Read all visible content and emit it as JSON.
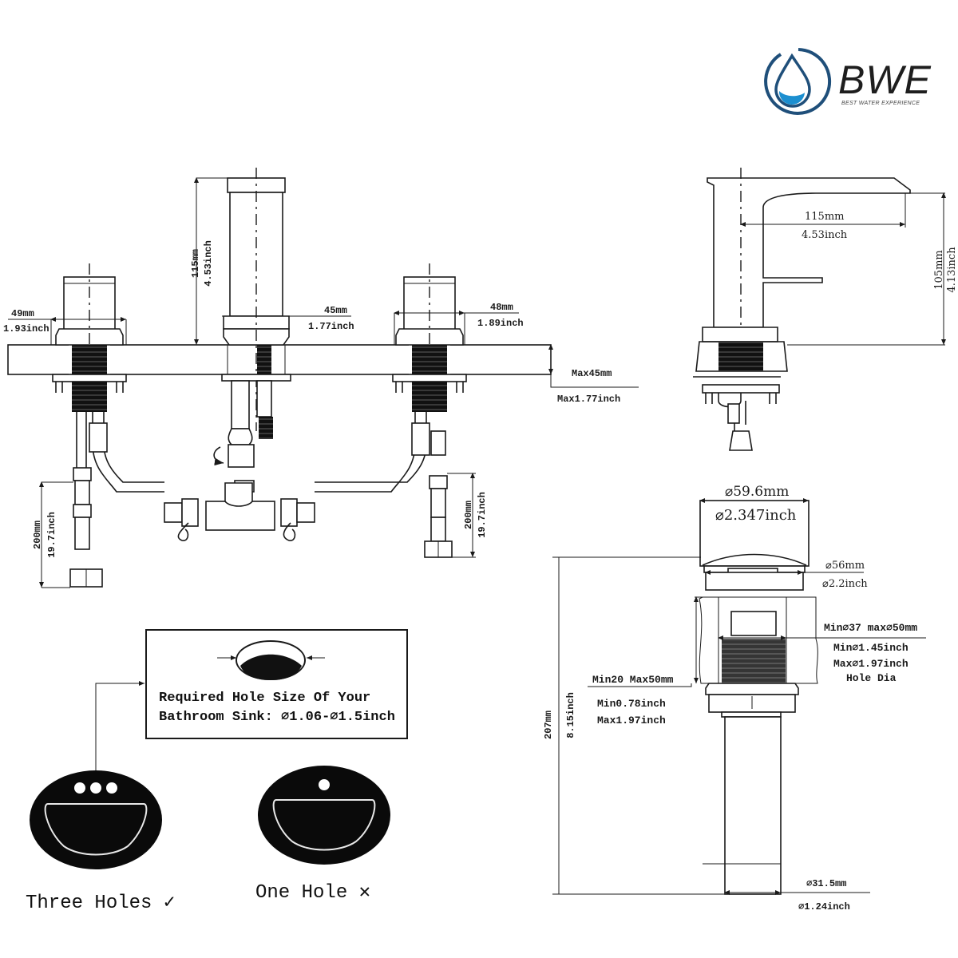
{
  "logo": {
    "brand": "BWE",
    "tagline": "BEST WATER EXPERIENCE",
    "accent_color": "#1c8fd0",
    "ring_color": "#1f4f7a"
  },
  "front_view": {
    "handle_width_left": {
      "mm": "49mm",
      "inch": "1.93inch"
    },
    "spout_height": {
      "mm": "115mm",
      "inch": "4.53inch"
    },
    "spout_base_width": {
      "mm": "45mm",
      "inch": "1.77inch"
    },
    "handle_width_right": {
      "mm": "48mm",
      "inch": "1.89inch"
    },
    "deck_thickness": {
      "mm": "Max45mm",
      "inch": "Max1.77inch"
    },
    "hose_length_left": {
      "mm": "200mm",
      "inch": "19.7inch"
    },
    "hose_length_right": {
      "mm": "200mm",
      "inch": "19.7inch"
    }
  },
  "side_view": {
    "spout_reach": {
      "mm": "115mm",
      "inch": "4.53inch"
    },
    "spout_height": {
      "mm": "105mm",
      "inch": "4.13inch"
    }
  },
  "drain": {
    "cap_diameter": {
      "mm": "⌀59.6mm",
      "inch": "⌀2.347inch"
    },
    "flange_diameter": {
      "mm": "⌀56mm",
      "inch": "⌀2.2inch"
    },
    "hole_diameter": {
      "mm": "Min⌀37 max⌀50mm",
      "inch_min": "Min⌀1.45inch",
      "inch_max": "Max⌀1.97inch",
      "label": "Hole Dia"
    },
    "counter_thickness": {
      "mm": "Min20 Max50mm",
      "inch_min": "Min0.78inch",
      "inch_max": "Max1.97inch"
    },
    "total_height": {
      "mm": "207mm",
      "inch": "8.15inch"
    },
    "tail_diameter": {
      "mm": "⌀31.5mm",
      "inch": "⌀1.24inch"
    }
  },
  "hole_note": {
    "line1": "Required Hole Size Of Your",
    "line2": "Bathroom Sink: ⌀1.06-⌀1.5inch"
  },
  "sinks": [
    {
      "label": "Three Holes ✓",
      "holes": 3,
      "suitable": true
    },
    {
      "label": "One Hole ✕",
      "holes": 1,
      "suitable": false
    }
  ]
}
